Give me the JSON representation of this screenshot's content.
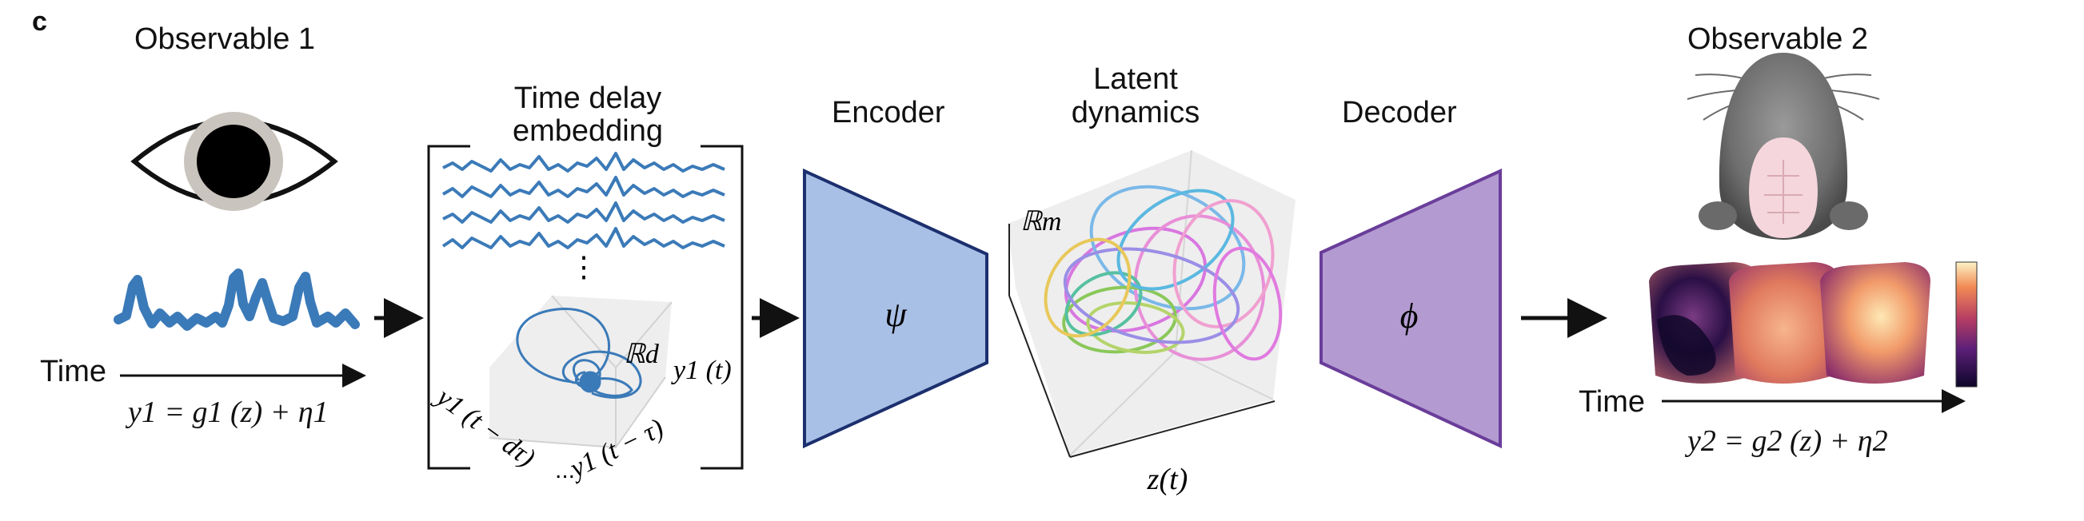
{
  "panel_label": "c",
  "observable1": {
    "title": "Observable 1",
    "time_label": "Time",
    "equation": "y1 = g1 (z) + η1"
  },
  "embedding": {
    "title_line1": "Time delay",
    "title_line2": "embedding",
    "ellipsis": "⋮",
    "space_label": "ℝd",
    "axis_y": "y1 (t)",
    "axis_lag": "y1 (t − τ)",
    "axis_lag_d": "y1 (t − dτ)",
    "axis_dots": "..."
  },
  "encoder": {
    "title": "Encoder",
    "symbol": "ψ",
    "color": "#a9c0e6",
    "stroke": "#1c2f6e"
  },
  "latent": {
    "title_line1": "Latent",
    "title_line2": "dynamics",
    "space_label": "ℝm",
    "axis_label": "z(t)"
  },
  "decoder": {
    "title": "Decoder",
    "symbol": "ϕ",
    "color": "#b39bd1",
    "stroke": "#6a3d9a"
  },
  "observable2": {
    "title": "Observable 2",
    "time_label": "Time",
    "equation": "y2 = g2 (z) + η2"
  },
  "colors": {
    "signal_blue": "#3b7ab8",
    "arrow": "#111111"
  }
}
